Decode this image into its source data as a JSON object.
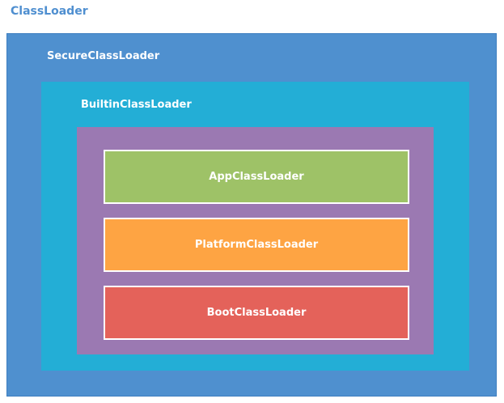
{
  "diagram": {
    "title": "ClassLoader",
    "layers": {
      "secure": "SecureClassLoader",
      "builtin": "BuiltinClassLoader"
    },
    "loaders": [
      {
        "label": "AppClassLoader",
        "color": "#9ec267"
      },
      {
        "label": "PlatformClassLoader",
        "color": "#fea443"
      },
      {
        "label": "BootClassLoader",
        "color": "#e4625a"
      }
    ],
    "colors": {
      "title": "#4f8fd0",
      "secure": "#4f90cf",
      "builtin": "#23aed6",
      "inner": "#9b79b2",
      "text": "#ffffff"
    }
  }
}
